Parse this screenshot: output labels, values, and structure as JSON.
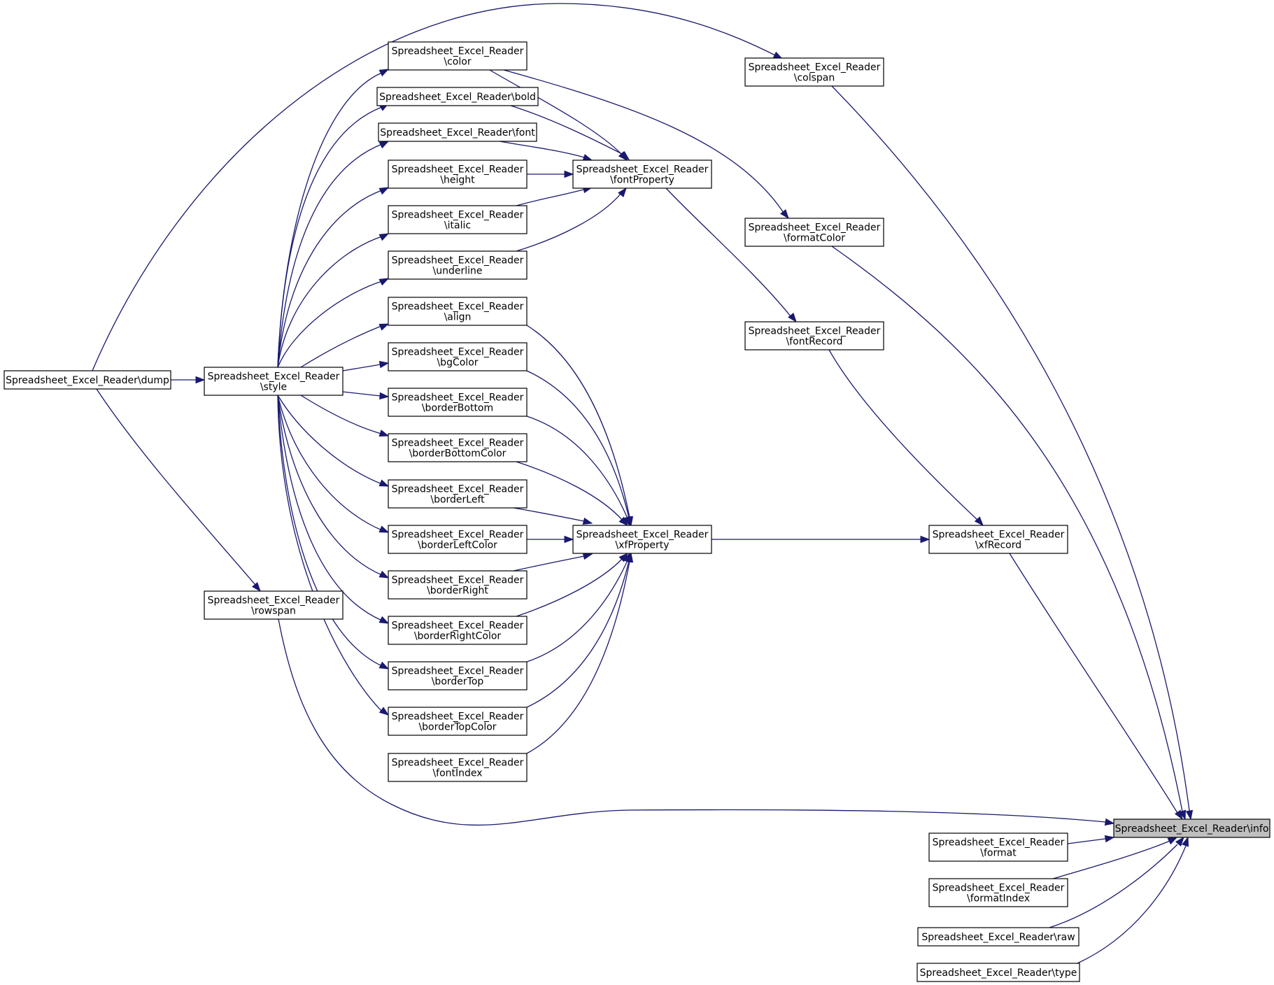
{
  "diagram": {
    "colors": {
      "edge": "#191970",
      "node_fill": "#ffffff",
      "focus_fill": "#bfbfbf",
      "border": "#000000"
    },
    "nodes": [
      {
        "id": "info",
        "lines": [
          "Spreadsheet_Excel_Reader\\info"
        ],
        "focus": true
      },
      {
        "id": "dump",
        "lines": [
          "Spreadsheet_Excel_Reader\\dump"
        ]
      },
      {
        "id": "style",
        "lines": [
          "Spreadsheet_Excel_Reader",
          "\\style"
        ]
      },
      {
        "id": "rowspan",
        "lines": [
          "Spreadsheet_Excel_Reader",
          "\\rowspan"
        ]
      },
      {
        "id": "color",
        "lines": [
          "Spreadsheet_Excel_Reader",
          "\\color"
        ]
      },
      {
        "id": "bold",
        "lines": [
          "Spreadsheet_Excel_Reader\\bold"
        ]
      },
      {
        "id": "font",
        "lines": [
          "Spreadsheet_Excel_Reader\\font"
        ]
      },
      {
        "id": "height",
        "lines": [
          "Spreadsheet_Excel_Reader",
          "\\height"
        ]
      },
      {
        "id": "italic",
        "lines": [
          "Spreadsheet_Excel_Reader",
          "\\italic"
        ]
      },
      {
        "id": "underline",
        "lines": [
          "Spreadsheet_Excel_Reader",
          "\\underline"
        ]
      },
      {
        "id": "align",
        "lines": [
          "Spreadsheet_Excel_Reader",
          "\\align"
        ]
      },
      {
        "id": "bgColor",
        "lines": [
          "Spreadsheet_Excel_Reader",
          "\\bgColor"
        ]
      },
      {
        "id": "borderBottom",
        "lines": [
          "Spreadsheet_Excel_Reader",
          "\\borderBottom"
        ]
      },
      {
        "id": "borderBottomColor",
        "lines": [
          "Spreadsheet_Excel_Reader",
          "\\borderBottomColor"
        ]
      },
      {
        "id": "borderLeft",
        "lines": [
          "Spreadsheet_Excel_Reader",
          "\\borderLeft"
        ]
      },
      {
        "id": "borderLeftColor",
        "lines": [
          "Spreadsheet_Excel_Reader",
          "\\borderLeftColor"
        ]
      },
      {
        "id": "borderRight",
        "lines": [
          "Spreadsheet_Excel_Reader",
          "\\borderRight"
        ]
      },
      {
        "id": "borderRightColor",
        "lines": [
          "Spreadsheet_Excel_Reader",
          "\\borderRightColor"
        ]
      },
      {
        "id": "borderTop",
        "lines": [
          "Spreadsheet_Excel_Reader",
          "\\borderTop"
        ]
      },
      {
        "id": "borderTopColor",
        "lines": [
          "Spreadsheet_Excel_Reader",
          "\\borderTopColor"
        ]
      },
      {
        "id": "fontIndex",
        "lines": [
          "Spreadsheet_Excel_Reader",
          "\\fontIndex"
        ]
      },
      {
        "id": "fontProperty",
        "lines": [
          "Spreadsheet_Excel_Reader",
          "\\fontProperty"
        ]
      },
      {
        "id": "xfProperty",
        "lines": [
          "Spreadsheet_Excel_Reader",
          "\\xfProperty"
        ]
      },
      {
        "id": "colspan",
        "lines": [
          "Spreadsheet_Excel_Reader",
          "\\colspan"
        ]
      },
      {
        "id": "formatColor",
        "lines": [
          "Spreadsheet_Excel_Reader",
          "\\formatColor"
        ]
      },
      {
        "id": "fontRecord",
        "lines": [
          "Spreadsheet_Excel_Reader",
          "\\fontRecord"
        ]
      },
      {
        "id": "xfRecord",
        "lines": [
          "Spreadsheet_Excel_Reader",
          "\\xfRecord"
        ]
      },
      {
        "id": "format",
        "lines": [
          "Spreadsheet_Excel_Reader",
          "\\format"
        ]
      },
      {
        "id": "formatIndex",
        "lines": [
          "Spreadsheet_Excel_Reader",
          "\\formatIndex"
        ]
      },
      {
        "id": "raw",
        "lines": [
          "Spreadsheet_Excel_Reader\\raw"
        ]
      },
      {
        "id": "type",
        "lines": [
          "Spreadsheet_Excel_Reader\\type"
        ]
      }
    ],
    "edges": [
      {
        "from": "dump",
        "to": "style"
      },
      {
        "from": "dump",
        "to": "colspan"
      },
      {
        "from": "dump",
        "to": "rowspan"
      },
      {
        "from": "style",
        "to": "color"
      },
      {
        "from": "style",
        "to": "bold"
      },
      {
        "from": "style",
        "to": "font"
      },
      {
        "from": "style",
        "to": "height"
      },
      {
        "from": "style",
        "to": "italic"
      },
      {
        "from": "style",
        "to": "underline"
      },
      {
        "from": "style",
        "to": "align"
      },
      {
        "from": "style",
        "to": "bgColor"
      },
      {
        "from": "style",
        "to": "borderBottom"
      },
      {
        "from": "style",
        "to": "borderBottomColor"
      },
      {
        "from": "style",
        "to": "borderLeft"
      },
      {
        "from": "style",
        "to": "borderLeftColor"
      },
      {
        "from": "style",
        "to": "borderRight"
      },
      {
        "from": "style",
        "to": "borderRightColor"
      },
      {
        "from": "style",
        "to": "borderTop"
      },
      {
        "from": "style",
        "to": "borderTopColor"
      },
      {
        "from": "color",
        "to": "fontProperty"
      },
      {
        "from": "color",
        "to": "formatColor"
      },
      {
        "from": "bold",
        "to": "fontProperty"
      },
      {
        "from": "font",
        "to": "fontProperty"
      },
      {
        "from": "height",
        "to": "fontProperty"
      },
      {
        "from": "italic",
        "to": "fontProperty"
      },
      {
        "from": "underline",
        "to": "fontProperty"
      },
      {
        "from": "align",
        "to": "xfProperty"
      },
      {
        "from": "bgColor",
        "to": "xfProperty"
      },
      {
        "from": "borderBottom",
        "to": "xfProperty"
      },
      {
        "from": "borderBottomColor",
        "to": "xfProperty"
      },
      {
        "from": "borderLeft",
        "to": "xfProperty"
      },
      {
        "from": "borderLeftColor",
        "to": "xfProperty"
      },
      {
        "from": "borderRight",
        "to": "xfProperty"
      },
      {
        "from": "borderRightColor",
        "to": "xfProperty"
      },
      {
        "from": "borderTop",
        "to": "xfProperty"
      },
      {
        "from": "borderTopColor",
        "to": "xfProperty"
      },
      {
        "from": "fontIndex",
        "to": "xfProperty"
      },
      {
        "from": "fontProperty",
        "to": "fontRecord"
      },
      {
        "from": "xfProperty",
        "to": "xfRecord"
      },
      {
        "from": "fontRecord",
        "to": "xfRecord"
      },
      {
        "from": "colspan",
        "to": "info"
      },
      {
        "from": "formatColor",
        "to": "info"
      },
      {
        "from": "xfRecord",
        "to": "info"
      },
      {
        "from": "rowspan",
        "to": "info"
      },
      {
        "from": "format",
        "to": "info"
      },
      {
        "from": "formatIndex",
        "to": "info"
      },
      {
        "from": "raw",
        "to": "info"
      },
      {
        "from": "type",
        "to": "info"
      }
    ]
  }
}
